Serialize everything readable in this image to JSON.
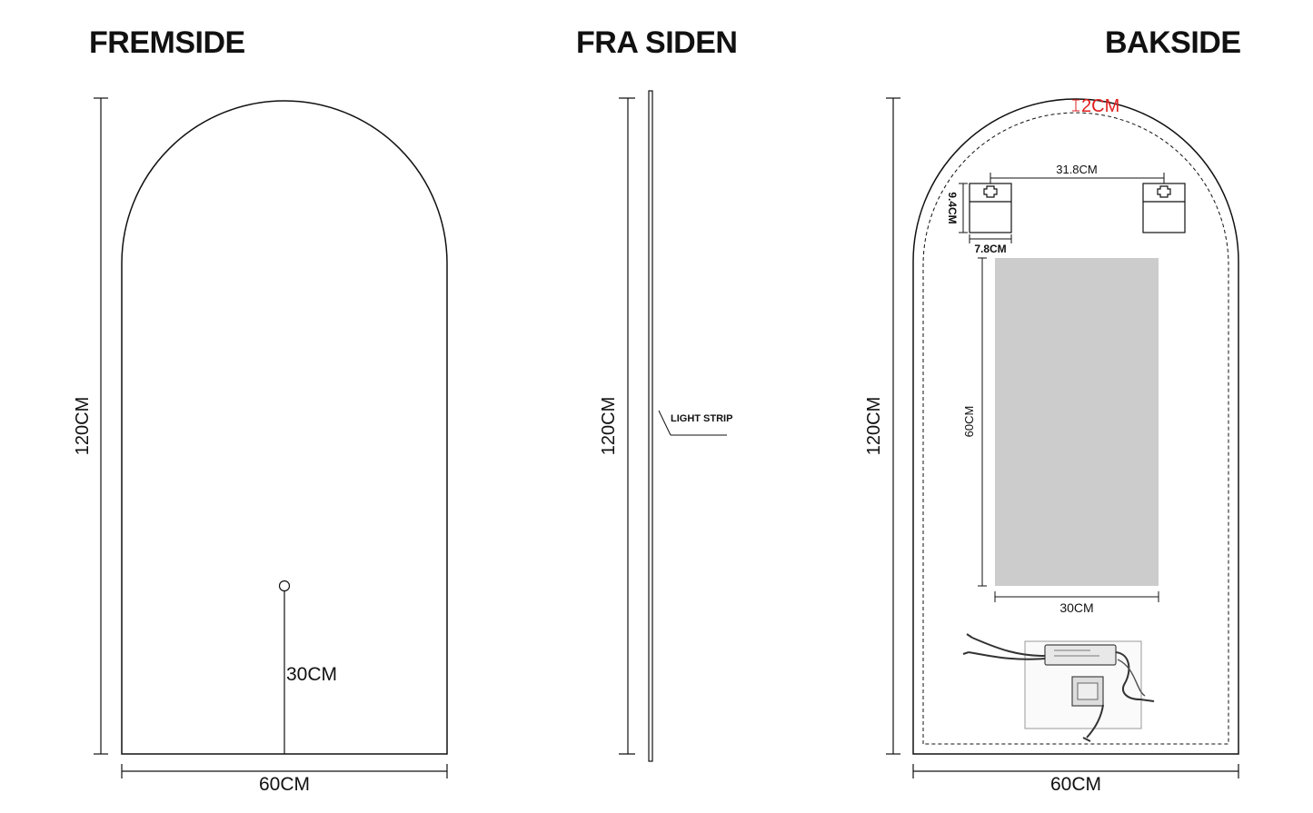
{
  "views": {
    "front": {
      "title": "FREMSIDE",
      "height_label": "120CM",
      "width_label": "60CM",
      "switch_height_label": "30CM"
    },
    "side": {
      "title": "FRA SIDEN",
      "height_label": "120CM",
      "callout_label": "LIGHT STRIP"
    },
    "back": {
      "title": "BAKSIDE",
      "height_label": "120CM",
      "width_label": "60CM",
      "border_offset_label": "2CM",
      "bracket_spacing_label": "31.8CM",
      "bracket_height_label": "9.4CM",
      "bracket_width_label": "7.8CM",
      "panel_height_label": "60CM",
      "panel_width_label": "30CM"
    }
  },
  "colors": {
    "line": "#111111",
    "accent_red": "#e02020",
    "panel_gray": "#cccccc",
    "driver_gray": "#555555"
  }
}
